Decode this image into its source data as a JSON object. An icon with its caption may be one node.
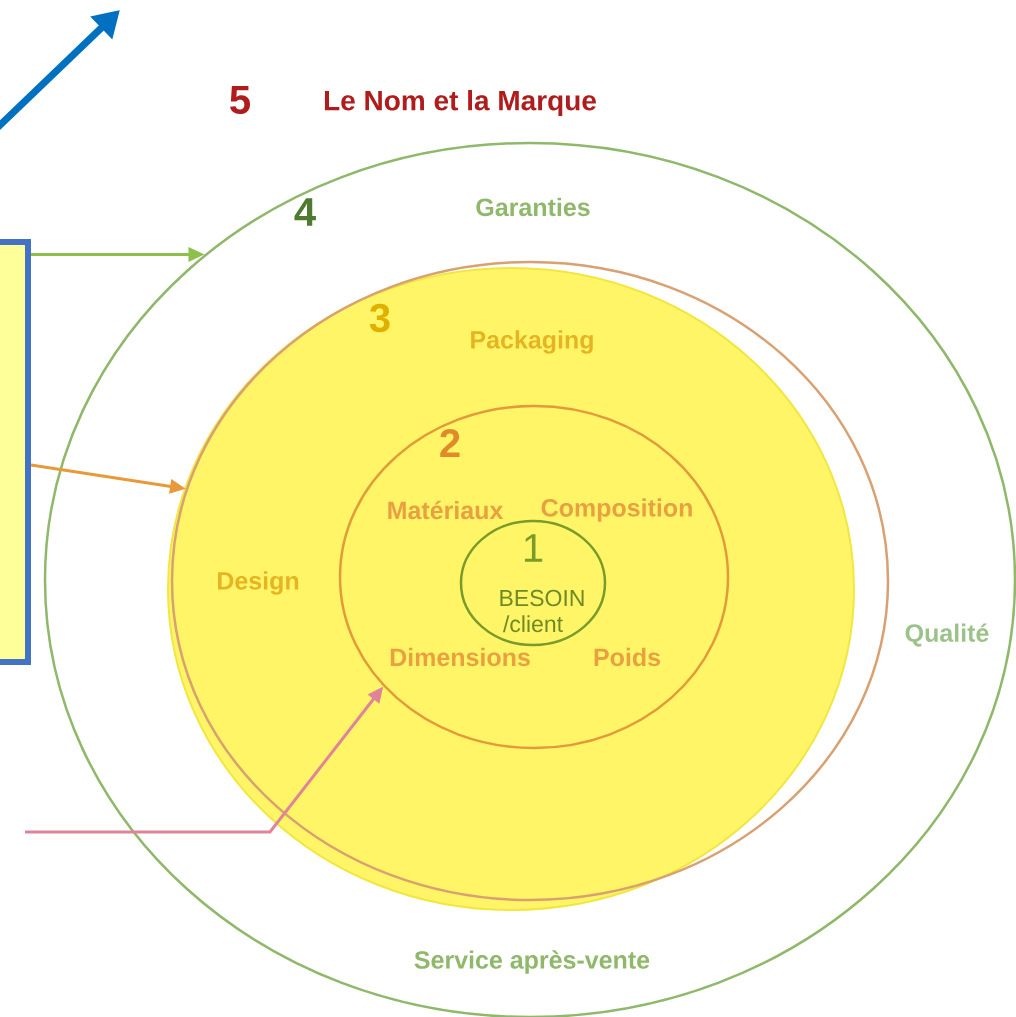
{
  "diagram": {
    "nodes": [
      {
        "text": [
          "4",
          "Garanties",
          "Qualité",
          "Service après-vente"
        ]
      },
      {
        "text": [
          "3",
          "Packaging",
          "Design"
        ],
        "in": 0
      },
      {
        "text": [
          "2",
          "Matériaux",
          "Composition",
          "Dimensions",
          "Poids"
        ],
        "in": 1
      },
      {
        "text": [
          "1",
          "BESOIN /client"
        ],
        "in": 2
      },
      {
        "text": [],
        "shape": "box"
      }
    ],
    "edges": [
      {
        "from": 4,
        "to": 0,
        "arrow": "to",
        "color": "#8cc04a"
      },
      {
        "from": 4,
        "to": 1,
        "arrow": "to",
        "color": "#e89a3a"
      },
      {
        "from": null,
        "to": 2,
        "arrow": "to",
        "color": "#e0849a"
      }
    ],
    "labels": [
      "5",
      "Le Nom et la Marque"
    ]
  }
}
